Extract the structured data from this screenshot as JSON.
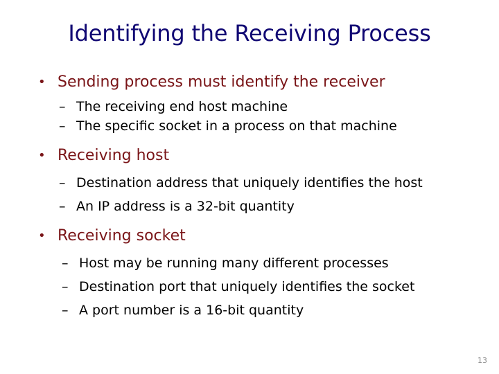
{
  "slide": {
    "title": "Identifying the Receiving Process",
    "page_number": "13",
    "colors": {
      "title": "#100773",
      "level1_text": "#7A1518",
      "level2_text": "#000000",
      "page_number": "#8c8c8c",
      "background": "#ffffff"
    },
    "markers": {
      "level1": "•",
      "level2": "–"
    },
    "groups": [
      {
        "heading": "Sending process must identify the receiver",
        "items": [
          "The receiving end host machine",
          "The specific socket in a process on that machine"
        ]
      },
      {
        "heading": "Receiving host",
        "items": [
          "Destination address that uniquely identifies the host",
          "An IP address is a 32-bit quantity"
        ]
      },
      {
        "heading": "Receiving socket",
        "items": [
          "Host may be running many different processes",
          "Destination port that uniquely identifies the socket",
          "A port number is a 16-bit quantity"
        ]
      }
    ]
  }
}
